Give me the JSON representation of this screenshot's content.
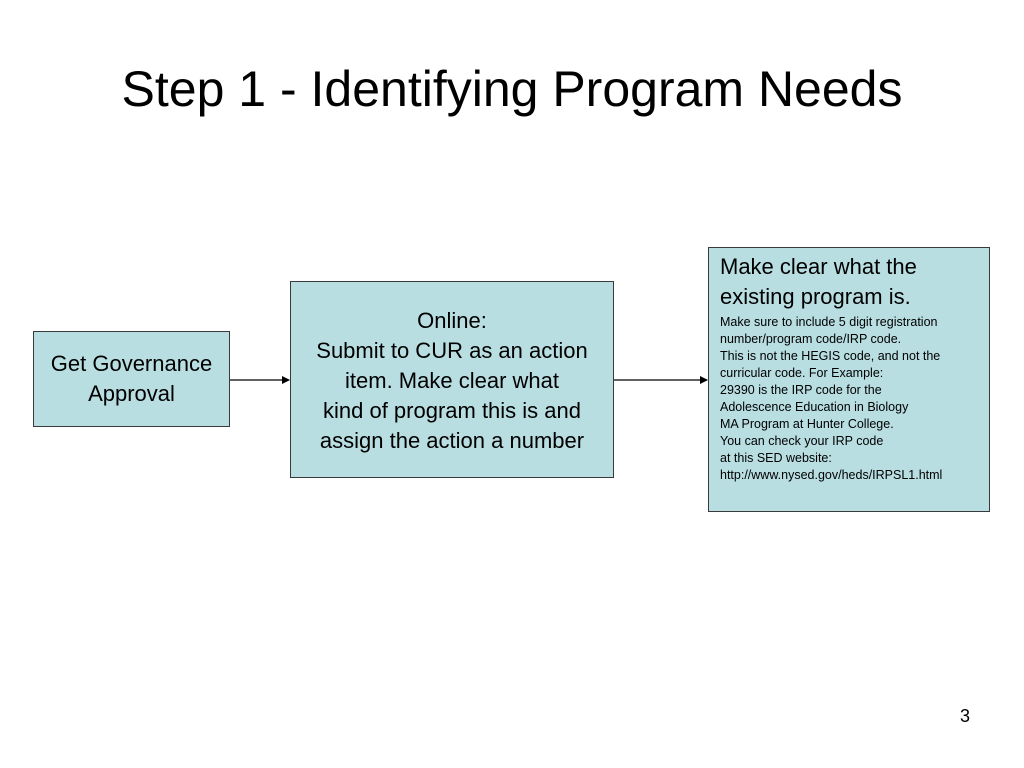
{
  "slide": {
    "title": "Step 1 - Identifying Program Needs",
    "page_number": "3"
  },
  "diagram": {
    "nodes": [
      {
        "id": "governance",
        "text": "Get Governance\nApproval"
      },
      {
        "id": "online",
        "text": "Online:\nSubmit to CUR as an action\nitem. Make clear what\nkind of program this is and\nassign the action a number"
      },
      {
        "id": "details",
        "heading": "Make clear what the\nexisting program is.",
        "body": "Make sure to include 5 digit registration\nnumber/program code/IRP code.\nThis is not the HEGIS code, and not the\ncurricular code.  For Example:\n29390 is the IRP code for the\nAdolescence Education in Biology\nMA Program at Hunter College.\nYou can check your IRP code\nat this SED website:\nhttp://www.nysed.gov/heds/IRPSL1.html"
      }
    ],
    "edges": [
      {
        "from": "governance",
        "to": "online"
      },
      {
        "from": "online",
        "to": "details"
      }
    ],
    "colors": {
      "box_fill": "#b8dee2",
      "box_border": "#3a3a3a",
      "arrow": "#000000"
    }
  }
}
